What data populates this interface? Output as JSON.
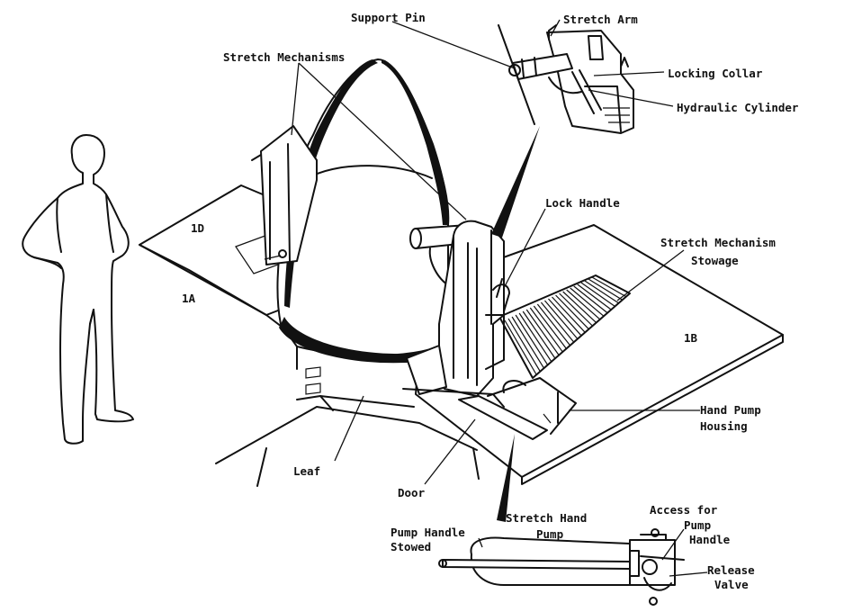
{
  "labels": {
    "support_pin": "Support Pin",
    "stretch_arm": "Stretch Arm",
    "locking_collar": "Locking Collar",
    "hydraulic_cylinder": "Hydraulic Cylinder",
    "stretch_mechanisms": "Stretch Mechanisms",
    "lock_handle": "Lock Handle",
    "stretch_mechanism_stowage_1": "Stretch Mechanism",
    "stretch_mechanism_stowage_2": "Stowage",
    "hand_pump_housing_1": "Hand Pump",
    "hand_pump_housing_2": "Housing",
    "leaf": "Leaf",
    "door": "Door",
    "stretch_hand_pump_1": "Stretch Hand",
    "stretch_hand_pump_2": "Pump",
    "pump_handle_stowed_1": "Pump Handle",
    "pump_handle_stowed_2": "Stowed",
    "access_pump_handle_1": "Access for",
    "access_pump_handle_2": "Pump",
    "access_pump_handle_3": "Handle",
    "release_valve_1": "Release",
    "release_valve_2": "Valve",
    "leaf_1a": "1A",
    "leaf_1b": "1B",
    "leaf_1d": "1D"
  }
}
